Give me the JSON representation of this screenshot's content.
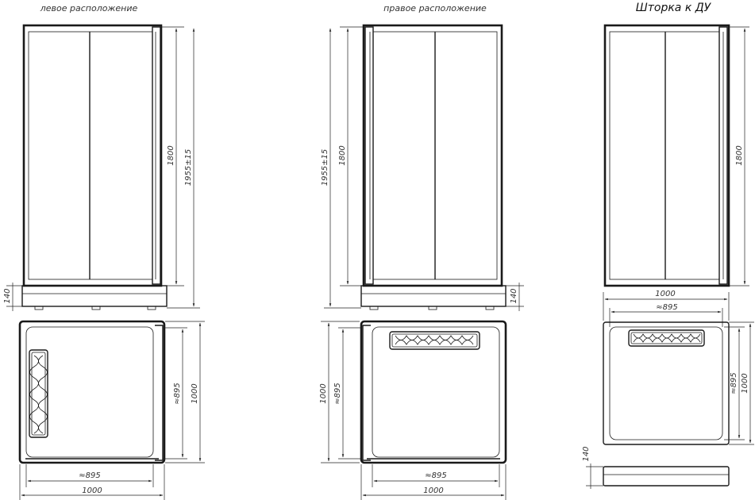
{
  "views": {
    "left": {
      "caption": "левое расположение",
      "dims": {
        "height": "1800",
        "overall": "1955±15",
        "tray": "140",
        "inner_w": "≈895",
        "outer_w": "1000",
        "inner_d": "≈895",
        "outer_d": "1000"
      }
    },
    "right": {
      "caption": "правое расположение",
      "dims": {
        "height": "1800",
        "overall": "1955±15",
        "tray": "140",
        "inner_w": "≈895",
        "outer_w": "1000",
        "inner_d": "≈895",
        "outer_d": "1000"
      }
    },
    "curtain": {
      "title": "Шторка к ДУ",
      "dims": {
        "height": "1800",
        "outer_w": "1000",
        "inner_w": "≈895",
        "inner_d": "≈895",
        "outer_d": "1000",
        "tray": "140"
      }
    }
  },
  "colors": {
    "line": "#1a1a1a",
    "background": "#ffffff"
  }
}
